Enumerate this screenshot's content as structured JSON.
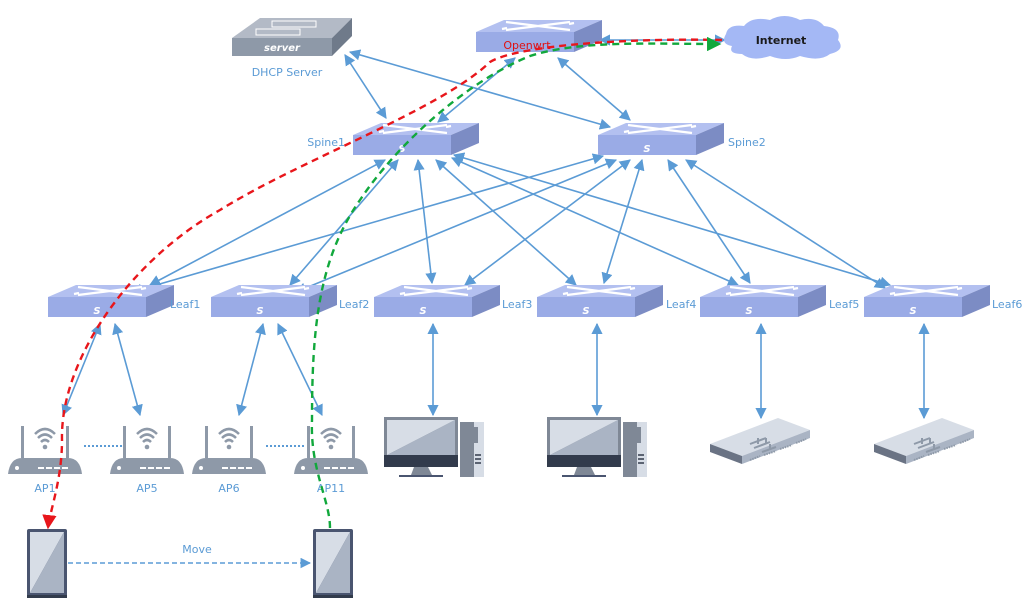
{
  "diagram": {
    "title": "Spine-Leaf network with roaming client",
    "nodes": {
      "dhcp_server": {
        "label": "DHCP Server",
        "device_text": "server"
      },
      "openwrt": {
        "label": "Openwrt"
      },
      "internet": {
        "label": "Internet"
      },
      "spines": [
        {
          "id": "spine1",
          "label": "Spine1",
          "badge": "S"
        },
        {
          "id": "spine2",
          "label": "Spine2",
          "badge": "S"
        }
      ],
      "leaves": [
        {
          "id": "leaf1",
          "label": "Leaf1",
          "badge": "S"
        },
        {
          "id": "leaf2",
          "label": "Leaf2",
          "badge": "S"
        },
        {
          "id": "leaf3",
          "label": "Leaf3",
          "badge": "S"
        },
        {
          "id": "leaf4",
          "label": "Leaf4",
          "badge": "S"
        },
        {
          "id": "leaf5",
          "label": "Leaf5",
          "badge": "S"
        },
        {
          "id": "leaf6",
          "label": "Leaf6",
          "badge": "S"
        }
      ],
      "access_points": [
        {
          "id": "ap1",
          "label": "AP1"
        },
        {
          "id": "ap5",
          "label": "AP5"
        },
        {
          "id": "ap6",
          "label": "AP6"
        },
        {
          "id": "ap11",
          "label": "AP11"
        }
      ],
      "endpoints": [
        {
          "id": "pc1",
          "type": "desktop",
          "attached_to": "leaf3"
        },
        {
          "id": "pc2",
          "type": "desktop",
          "attached_to": "leaf4"
        },
        {
          "id": "sw1",
          "type": "access-switch",
          "attached_to": "leaf5"
        },
        {
          "id": "sw2",
          "type": "access-switch",
          "attached_to": "leaf6"
        }
      ],
      "clients": [
        {
          "id": "phone-before",
          "attached_to": "ap1"
        },
        {
          "id": "phone-after",
          "attached_to": "ap11"
        }
      ]
    },
    "move_label": "Move",
    "colors": {
      "link": "#5b9bd5",
      "path_before": "#e8161b",
      "path_after": "#11a83c",
      "switch": "#9aabe6",
      "cloud": "#a4b8f5"
    },
    "links": [
      [
        "dhcp_server",
        "spine1"
      ],
      [
        "dhcp_server",
        "spine2"
      ],
      [
        "openwrt",
        "spine1"
      ],
      [
        "openwrt",
        "spine2"
      ],
      [
        "openwrt",
        "internet"
      ],
      [
        "spine1",
        "leaf1"
      ],
      [
        "spine1",
        "leaf2"
      ],
      [
        "spine1",
        "leaf3"
      ],
      [
        "spine1",
        "leaf4"
      ],
      [
        "spine1",
        "leaf5"
      ],
      [
        "spine1",
        "leaf6"
      ],
      [
        "spine2",
        "leaf1"
      ],
      [
        "spine2",
        "leaf2"
      ],
      [
        "spine2",
        "leaf3"
      ],
      [
        "spine2",
        "leaf4"
      ],
      [
        "spine2",
        "leaf5"
      ],
      [
        "spine2",
        "leaf6"
      ],
      [
        "leaf1",
        "ap1"
      ],
      [
        "leaf1",
        "ap5"
      ],
      [
        "leaf2",
        "ap6"
      ],
      [
        "leaf2",
        "ap11"
      ],
      [
        "leaf3",
        "pc1"
      ],
      [
        "leaf4",
        "pc2"
      ],
      [
        "leaf5",
        "sw1"
      ],
      [
        "leaf6",
        "sw2"
      ]
    ]
  }
}
